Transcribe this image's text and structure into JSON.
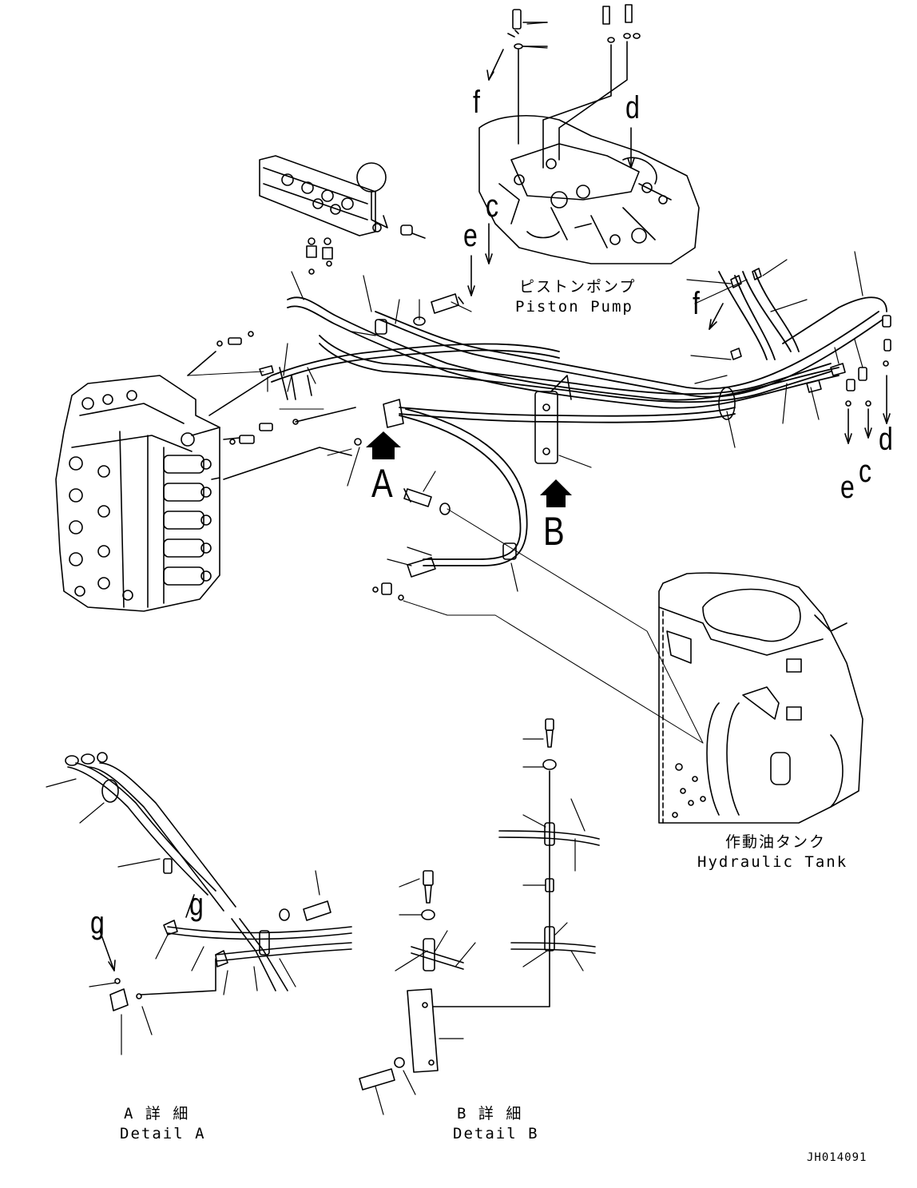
{
  "letters": {
    "a_big": "A",
    "b_big": "B",
    "c_top": "c",
    "c_right": "c",
    "d_top": "d",
    "d_right": "d",
    "e_top": "e",
    "e_right": "e",
    "f_top": "f",
    "f_right": "f",
    "g_left": "g",
    "g_mid": "g"
  },
  "captions": {
    "pump_jp": "ピストンポンプ",
    "pump_en": "Piston Pump",
    "tank_jp": "作動油タンク",
    "tank_en": "Hydraulic Tank",
    "detail_a_jp": "A 詳 細",
    "detail_a_en": "Detail A",
    "detail_b_jp": "B 詳 細",
    "detail_b_en": "Detail B"
  },
  "drawing_id": "JH014091",
  "colors": {
    "ink": "#000000",
    "paper": "#ffffff"
  }
}
